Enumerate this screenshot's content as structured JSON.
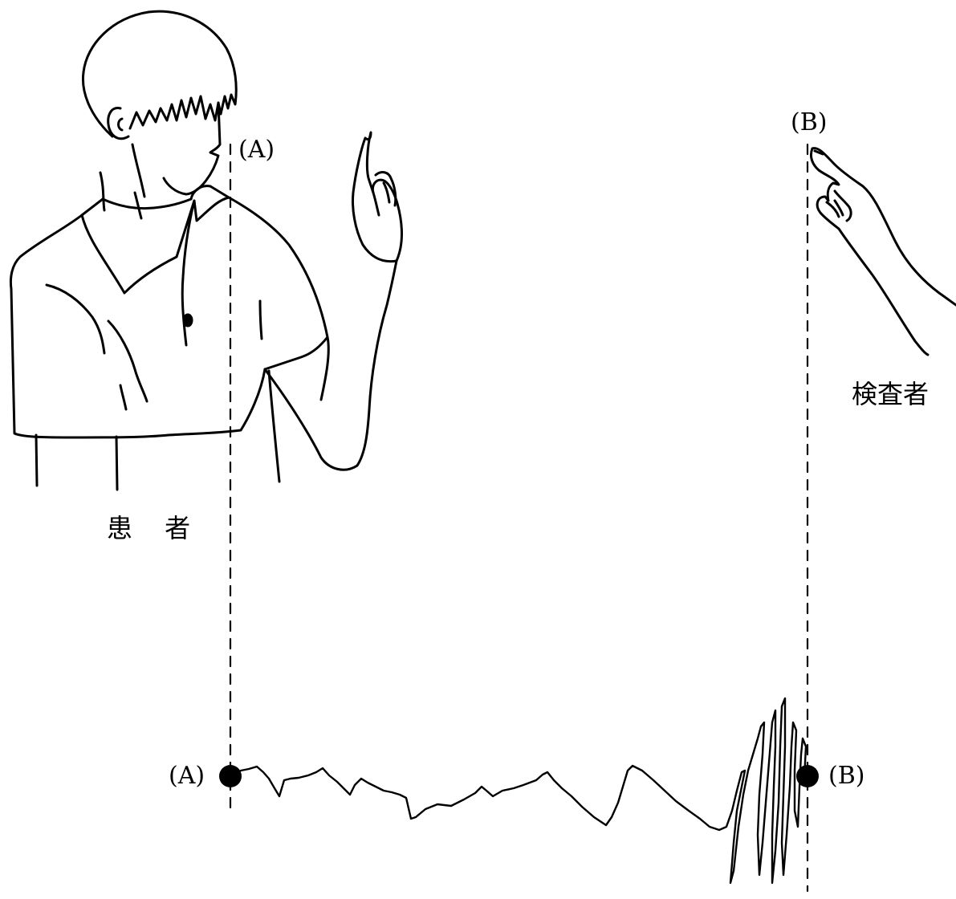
{
  "labels": {
    "patient": "患 者",
    "examiner": "検査者",
    "point_a_top": "(A)",
    "point_b_top": "(B)",
    "point_a_bottom": "(A)",
    "point_b_bottom": "(B)"
  },
  "figure": {
    "subjects": [
      "patient",
      "examiner"
    ],
    "trace": "pointing trajectory from A to B",
    "marker_color": "#000000",
    "line_color": "#000000"
  }
}
